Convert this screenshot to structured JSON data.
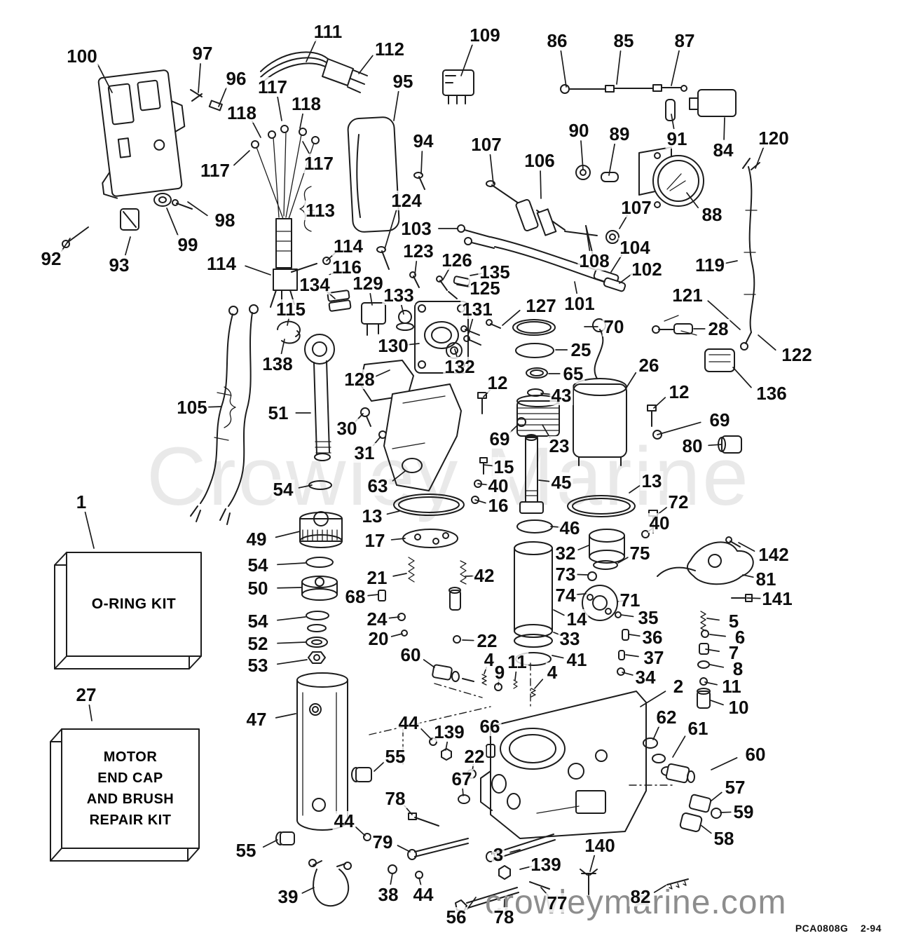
{
  "watermark": {
    "text": "Crowley Marine"
  },
  "footer": {
    "site": "crowleymarine.com",
    "code": "PCA0808G    2-94"
  },
  "kits": {
    "oring": {
      "label": "O-RING KIT"
    },
    "motor_endcap": {
      "label": "MOTOR\nEND CAP\nAND BRUSH\nREPAIR KIT"
    }
  },
  "callouts": [
    [
      "100",
      117,
      80,
      160,
      132
    ],
    [
      "97",
      289,
      76,
      283,
      132
    ],
    [
      "96",
      337,
      112,
      312,
      152
    ],
    [
      "111",
      468,
      45,
      437,
      88
    ],
    [
      "112",
      556,
      70,
      512,
      105
    ],
    [
      "109",
      692,
      50,
      658,
      108
    ],
    [
      "86",
      795,
      58,
      808,
      124
    ],
    [
      "85",
      890,
      58,
      880,
      120
    ],
    [
      "87",
      977,
      58,
      958,
      122
    ],
    [
      "117",
      389,
      124,
      402,
      172
    ],
    [
      "118",
      437,
      148,
      428,
      183
    ],
    [
      "95",
      575,
      116,
      562,
      172
    ],
    [
      "118",
      345,
      161,
      372,
      196
    ],
    [
      "94",
      604,
      201,
      601,
      248
    ],
    [
      "107",
      694,
      206,
      704,
      262
    ],
    [
      "106",
      770,
      229,
      772,
      283
    ],
    [
      "90",
      826,
      186,
      832,
      242
    ],
    [
      "89",
      884,
      191,
      869,
      250
    ],
    [
      "91",
      966,
      198,
      958,
      163
    ],
    [
      "84",
      1032,
      214,
      1034,
      168
    ],
    [
      "120",
      1104,
      197,
      1078,
      240
    ],
    [
      "117",
      307,
      243,
      356,
      215
    ],
    [
      "117",
      455,
      233,
      432,
      202
    ],
    [
      "88",
      1016,
      306,
      980,
      275
    ],
    [
      "107",
      908,
      296,
      884,
      326
    ],
    [
      "98",
      321,
      314,
      268,
      288
    ],
    [
      "113",
      457,
      300,
      440,
      300
    ],
    [
      "124",
      580,
      286,
      549,
      355
    ],
    [
      "103",
      594,
      326,
      652,
      326
    ],
    [
      "92",
      73,
      369,
      100,
      340
    ],
    [
      "93",
      170,
      378,
      186,
      338
    ],
    [
      "99",
      268,
      349,
      238,
      297
    ],
    [
      "114",
      497,
      351,
      466,
      372
    ],
    [
      "123",
      597,
      358,
      592,
      392
    ],
    [
      "126",
      652,
      371,
      632,
      399
    ],
    [
      "135",
      706,
      388,
      671,
      393
    ],
    [
      "116",
      495,
      381,
      470,
      392
    ],
    [
      "108",
      848,
      372,
      836,
      322
    ],
    [
      "104",
      906,
      353,
      872,
      388
    ],
    [
      "102",
      923,
      384,
      884,
      404
    ],
    [
      "119",
      1013,
      378,
      1052,
      372
    ],
    [
      "114",
      316,
      376,
      386,
      392
    ],
    [
      "134",
      449,
      406,
      478,
      426
    ],
    [
      "129",
      525,
      404,
      531,
      435
    ],
    [
      "133",
      569,
      421,
      576,
      448
    ],
    [
      "125",
      692,
      411,
      652,
      406
    ],
    [
      "131",
      681,
      441,
      669,
      475
    ],
    [
      "127",
      772,
      436,
      717,
      464
    ],
    [
      "101",
      827,
      433,
      820,
      402
    ],
    [
      "121",
      981,
      421,
      1056,
      470
    ],
    [
      "28",
      1025,
      469,
      990,
      469
    ],
    [
      "122",
      1137,
      506,
      1082,
      478
    ],
    [
      "115",
      415,
      441,
      410,
      464
    ],
    [
      "130",
      561,
      493,
      598,
      490
    ],
    [
      "70",
      876,
      466,
      834,
      466
    ],
    [
      "25",
      829,
      499,
      793,
      499
    ],
    [
      "26",
      926,
      521,
      892,
      556
    ],
    [
      "136",
      1101,
      561,
      1046,
      524
    ],
    [
      "138",
      396,
      519,
      406,
      484
    ],
    [
      "128",
      513,
      541,
      556,
      528
    ],
    [
      "132",
      656,
      523,
      649,
      498
    ],
    [
      "65",
      818,
      533,
      783,
      533
    ],
    [
      "12",
      710,
      546,
      690,
      566
    ],
    [
      "43",
      801,
      564,
      772,
      561
    ],
    [
      "12",
      969,
      559,
      933,
      582
    ],
    [
      "69",
      1027,
      599,
      938,
      620
    ],
    [
      "105",
      274,
      581,
      316,
      580
    ],
    [
      "51",
      397,
      589,
      443,
      589
    ],
    [
      "30",
      495,
      611,
      518,
      590
    ],
    [
      "31",
      520,
      646,
      543,
      623
    ],
    [
      "23",
      798,
      636,
      774,
      606
    ],
    [
      "69",
      713,
      626,
      740,
      605
    ],
    [
      "80",
      988,
      636,
      1030,
      634
    ],
    [
      "63",
      539,
      693,
      578,
      672
    ],
    [
      "15",
      719,
      666,
      690,
      663
    ],
    [
      "45",
      801,
      688,
      769,
      685
    ],
    [
      "13",
      930,
      686,
      898,
      703
    ],
    [
      "40",
      711,
      693,
      682,
      690
    ],
    [
      "16",
      711,
      721,
      678,
      713
    ],
    [
      "72",
      968,
      716,
      938,
      734
    ],
    [
      "40",
      941,
      746,
      924,
      759
    ],
    [
      "54",
      404,
      698,
      445,
      692
    ],
    [
      "13",
      531,
      736,
      570,
      729
    ],
    [
      "46",
      813,
      753,
      786,
      751
    ],
    [
      "17",
      535,
      771,
      578,
      768
    ],
    [
      "1",
      116,
      716,
      134,
      782
    ],
    [
      "49",
      366,
      769,
      428,
      758
    ],
    [
      "32",
      807,
      789,
      840,
      778
    ],
    [
      "75",
      913,
      789,
      882,
      803
    ],
    [
      "142",
      1104,
      791,
      1054,
      774
    ],
    [
      "54",
      368,
      806,
      436,
      803
    ],
    [
      "21",
      538,
      824,
      580,
      818
    ],
    [
      "42",
      691,
      821,
      664,
      822
    ],
    [
      "73",
      807,
      819,
      838,
      820
    ],
    [
      "81",
      1093,
      826,
      1060,
      820
    ],
    [
      "50",
      368,
      839,
      430,
      838
    ],
    [
      "68",
      507,
      851,
      540,
      848
    ],
    [
      "74",
      807,
      849,
      836,
      847
    ],
    [
      "71",
      899,
      856,
      882,
      858
    ],
    [
      "141",
      1109,
      854,
      1066,
      853
    ],
    [
      "54",
      368,
      886,
      436,
      880
    ],
    [
      "24",
      538,
      883,
      570,
      880
    ],
    [
      "14",
      823,
      883,
      790,
      870
    ],
    [
      "35",
      925,
      881,
      886,
      877
    ],
    [
      "5",
      1047,
      886,
      1009,
      882
    ],
    [
      "20",
      540,
      911,
      574,
      904
    ],
    [
      "36",
      931,
      909,
      898,
      905
    ],
    [
      "6",
      1056,
      909,
      1013,
      905
    ],
    [
      "52",
      368,
      918,
      436,
      916
    ],
    [
      "22",
      695,
      914,
      660,
      913
    ],
    [
      "33",
      813,
      911,
      790,
      902
    ],
    [
      "7",
      1047,
      931,
      1007,
      926
    ],
    [
      "53",
      368,
      949,
      438,
      941
    ],
    [
      "60",
      586,
      934,
      620,
      952
    ],
    [
      "4",
      698,
      941,
      691,
      961
    ],
    [
      "9",
      713,
      959,
      711,
      977
    ],
    [
      "11",
      738,
      944,
      735,
      970
    ],
    [
      "4",
      788,
      959,
      763,
      982
    ],
    [
      "41",
      823,
      941,
      788,
      935
    ],
    [
      "37",
      933,
      938,
      893,
      934
    ],
    [
      "34",
      921,
      966,
      888,
      959
    ],
    [
      "8",
      1053,
      954,
      1013,
      948
    ],
    [
      "11",
      1044,
      979,
      1006,
      973
    ],
    [
      "10",
      1054,
      1009,
      1014,
      999
    ],
    [
      "2",
      968,
      979,
      914,
      1008
    ],
    [
      "27",
      123,
      991,
      131,
      1028
    ],
    [
      "47",
      366,
      1026,
      422,
      1018
    ],
    [
      "44",
      583,
      1031,
      616,
      1055
    ],
    [
      "139",
      641,
      1044,
      636,
      1070
    ],
    [
      "66",
      699,
      1036,
      700,
      1060
    ],
    [
      "62",
      951,
      1023,
      932,
      1055
    ],
    [
      "61",
      996,
      1039,
      960,
      1080
    ],
    [
      "55",
      564,
      1079,
      534,
      1100
    ],
    [
      "22",
      677,
      1079,
      674,
      1100
    ],
    [
      "60",
      1078,
      1076,
      1015,
      1098
    ],
    [
      "67",
      659,
      1111,
      661,
      1135
    ],
    [
      "57",
      1049,
      1123,
      1014,
      1143
    ],
    [
      "78",
      564,
      1139,
      588,
      1162
    ],
    [
      "59",
      1061,
      1158,
      1028,
      1159
    ],
    [
      "58",
      1033,
      1196,
      1000,
      1177
    ],
    [
      "44",
      491,
      1171,
      521,
      1192
    ],
    [
      "79",
      546,
      1201,
      585,
      1215
    ],
    [
      "3",
      711,
      1219,
      742,
      1212
    ],
    [
      "140",
      856,
      1206,
      842,
      1243
    ],
    [
      "55",
      351,
      1213,
      396,
      1198
    ],
    [
      "139",
      779,
      1233,
      742,
      1240
    ],
    [
      "38",
      554,
      1276,
      560,
      1246
    ],
    [
      "44",
      604,
      1276,
      598,
      1252
    ],
    [
      "39",
      411,
      1279,
      448,
      1266
    ],
    [
      "82",
      914,
      1279,
      950,
      1263
    ],
    [
      "56",
      651,
      1308,
      679,
      1280
    ],
    [
      "78",
      719,
      1308,
      720,
      1283
    ],
    [
      "77",
      795,
      1288,
      772,
      1266
    ]
  ]
}
